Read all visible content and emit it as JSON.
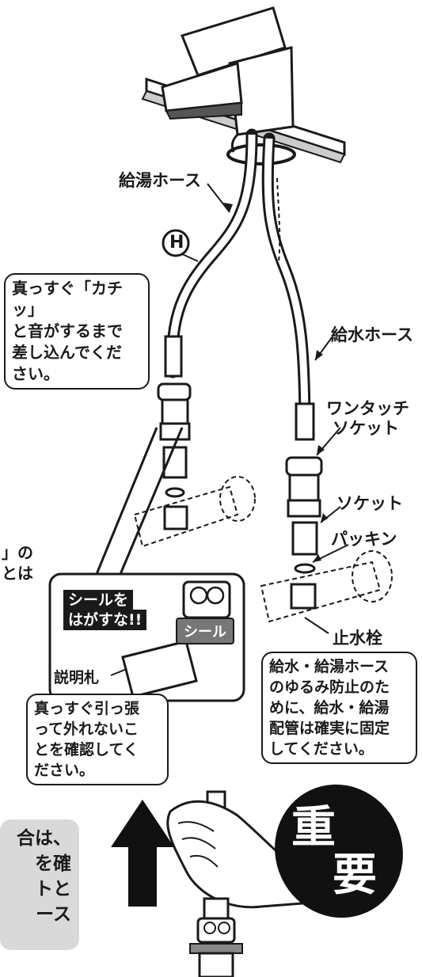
{
  "labels": {
    "hot_hose": "給湯ホース",
    "cold_hose": "給水ホース",
    "one_touch_socket_line1": "ワンタッチ",
    "one_touch_socket_line2": "ソケット",
    "socket": "ソケット",
    "packing": "パッキン",
    "stop_valve": "止水栓",
    "hot_marker": "H",
    "explanation_tag": "説明札"
  },
  "callouts": {
    "insert": [
      "真っすぐ「カチッ」",
      "と音がするまで",
      "差し込んでくだ",
      "さい。"
    ],
    "pull_check": [
      "真っすぐ引っ張",
      "って外れないこ",
      "とを確認してく",
      "ださい。"
    ],
    "fix_pipe": [
      "給水・給湯ホース",
      "のゆるみ防止のた",
      "めに、給水・給湯",
      "配管は確実に固定",
      "してください。"
    ]
  },
  "seal_warning": {
    "line1": "シールを",
    "line2": "はがすな!!",
    "seal_label": "シール"
  },
  "important_badge": {
    "char1": "重",
    "char2": "要"
  },
  "cutoff_left": {
    "fragment1": "」の",
    "fragment2": "とは",
    "grey_note": [
      "合は、",
      "を確",
      "トと",
      "ース"
    ]
  },
  "colors": {
    "ink": "#1a1a1a",
    "note_grey": "#d9d9d9",
    "seal_grey": "#777777",
    "badge_black": "#111111"
  }
}
